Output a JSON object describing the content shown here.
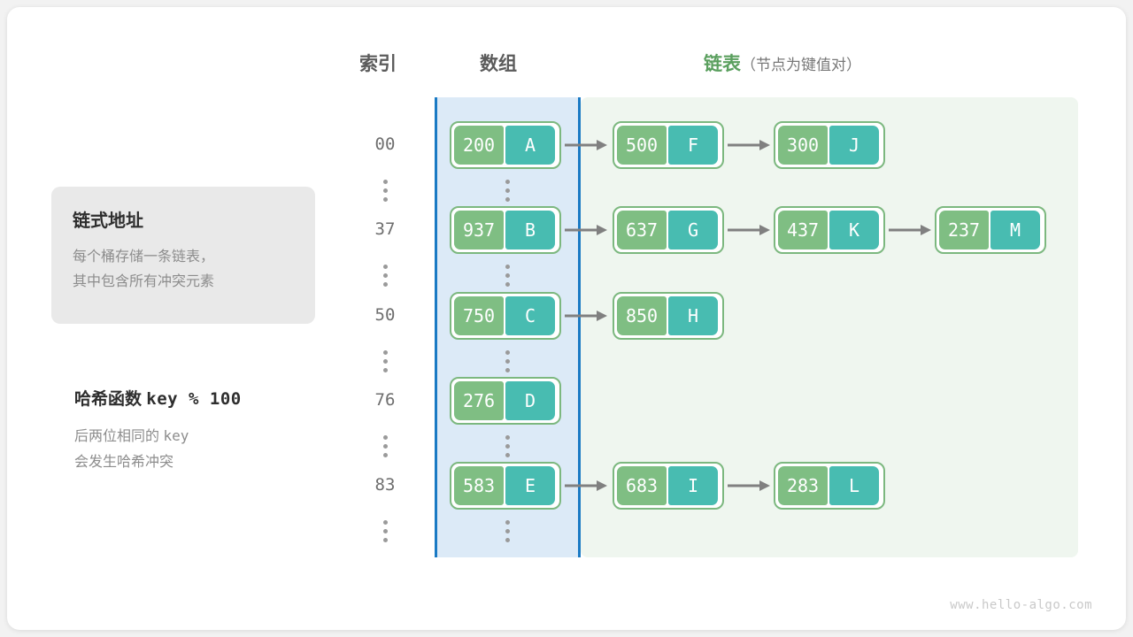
{
  "header": {
    "index_label": "索引",
    "array_label": "数组",
    "list_label": "链表",
    "list_sublabel": "（节点为键值对）"
  },
  "notes": {
    "card_title": "链式地址",
    "card_body_line1": "每个桶存储一条链表，",
    "card_body_line2": "其中包含所有冲突元素",
    "hash_title_cn": "哈希函数",
    "hash_title_expr": "key % 100",
    "hash_body_line1_cn": "后两位相同的",
    "hash_body_line1_mono": "key",
    "hash_body_line2": "会发生哈希冲突"
  },
  "colors": {
    "key_cell": "#7fbe83",
    "value_cell": "#48bcb1",
    "node_border": "#7cb87f",
    "array_region_fill": "#dceaf7",
    "array_region_border": "#1a7ac4",
    "list_region_fill": "#eff6ef",
    "accent_green_text": "#5a9f5e",
    "arrow": "#808080",
    "index_text": "#6e6e6e",
    "page_background": "#f2f2f2"
  },
  "ellipsis_glyph": "⋮",
  "buckets": [
    {
      "index": "00",
      "bucket_node": {
        "key": "200",
        "value": "A"
      },
      "chain": [
        {
          "key": "500",
          "value": "F"
        },
        {
          "key": "300",
          "value": "J"
        }
      ]
    },
    {
      "index": "37",
      "bucket_node": {
        "key": "937",
        "value": "B"
      },
      "chain": [
        {
          "key": "637",
          "value": "G"
        },
        {
          "key": "437",
          "value": "K"
        },
        {
          "key": "237",
          "value": "M"
        }
      ]
    },
    {
      "index": "50",
      "bucket_node": {
        "key": "750",
        "value": "C"
      },
      "chain": [
        {
          "key": "850",
          "value": "H"
        }
      ]
    },
    {
      "index": "76",
      "bucket_node": {
        "key": "276",
        "value": "D"
      },
      "chain": []
    },
    {
      "index": "83",
      "bucket_node": {
        "key": "583",
        "value": "E"
      },
      "chain": [
        {
          "key": "683",
          "value": "I"
        },
        {
          "key": "283",
          "value": "L"
        }
      ]
    }
  ],
  "footer": {
    "watermark": "www.hello-algo.com"
  }
}
